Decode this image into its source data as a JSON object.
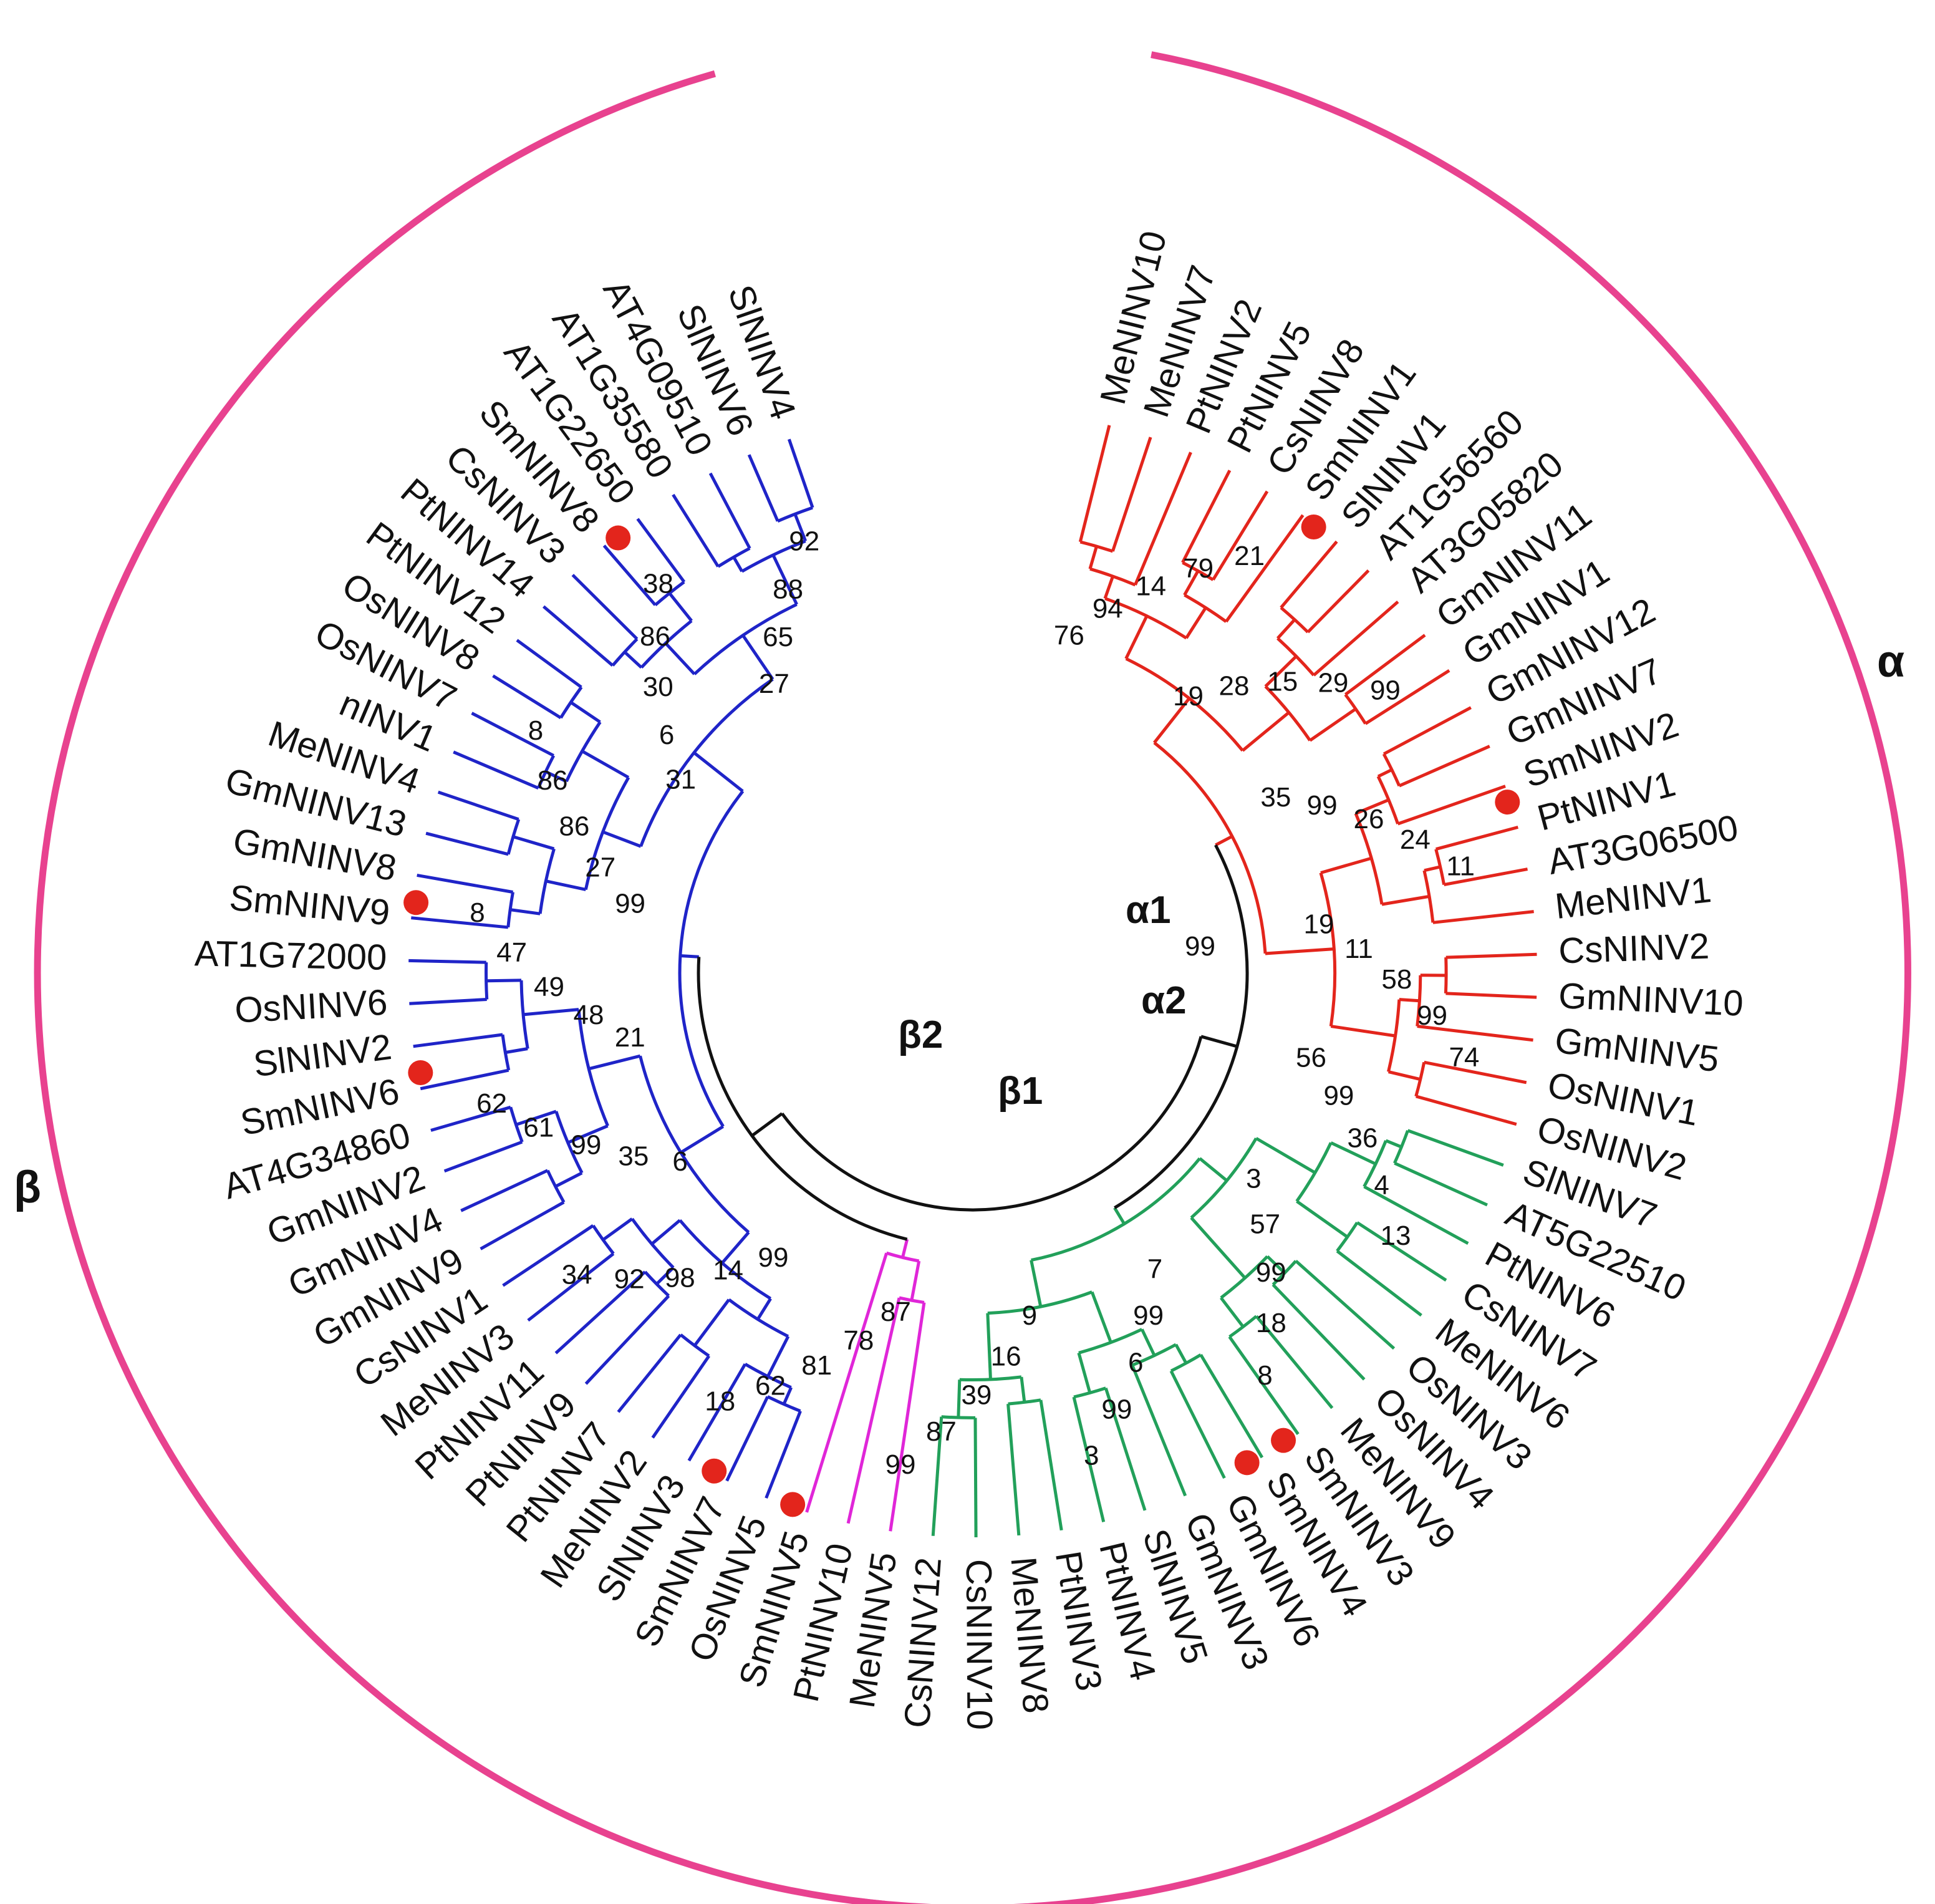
{
  "figure": {
    "groups": [
      {
        "label": "α",
        "color": "#e8428f"
      },
      {
        "label": "β",
        "color": "#e8428f"
      }
    ],
    "subclades": [
      {
        "label": "α1",
        "color": "#e3251c"
      },
      {
        "label": "α2",
        "color": "#22a05a"
      },
      {
        "label": "β1",
        "color": "#e026d8"
      },
      {
        "label": "β2",
        "color": "#1f24c8"
      }
    ],
    "root_bootstrap": "99",
    "highlight_marker": {
      "shape": "filled-circle",
      "color": "#e3251c",
      "meaning_species": "Sm"
    }
  },
  "leaves": [
    {
      "label": "MeNINV10",
      "clade": "alpha1",
      "marked": false
    },
    {
      "label": "MeNINV7",
      "clade": "alpha1",
      "marked": false
    },
    {
      "label": "PtNINV2",
      "clade": "alpha1",
      "marked": false
    },
    {
      "label": "PtNINV5",
      "clade": "alpha1",
      "marked": false
    },
    {
      "label": "CsNINV8",
      "clade": "alpha1",
      "marked": false
    },
    {
      "label": "SmNINV1",
      "clade": "alpha1",
      "marked": true
    },
    {
      "label": "SlNINV1",
      "clade": "alpha1",
      "marked": false
    },
    {
      "label": "AT1G56560",
      "clade": "alpha1",
      "marked": false
    },
    {
      "label": "AT3G05820",
      "clade": "alpha1",
      "marked": false
    },
    {
      "label": "GmNINV11",
      "clade": "alpha1",
      "marked": false
    },
    {
      "label": "GmNINV1",
      "clade": "alpha1",
      "marked": false
    },
    {
      "label": "GmNINV12",
      "clade": "alpha1",
      "marked": false
    },
    {
      "label": "GmNINV7",
      "clade": "alpha1",
      "marked": false
    },
    {
      "label": "SmNINV2",
      "clade": "alpha1",
      "marked": true
    },
    {
      "label": "PtNINV1",
      "clade": "alpha1",
      "marked": false
    },
    {
      "label": "AT3G06500",
      "clade": "alpha1",
      "marked": false
    },
    {
      "label": "MeNINV1",
      "clade": "alpha1",
      "marked": false
    },
    {
      "label": "CsNINV2",
      "clade": "alpha1",
      "marked": false
    },
    {
      "label": "GmNINV10",
      "clade": "alpha1",
      "marked": false
    },
    {
      "label": "GmNINV5",
      "clade": "alpha1",
      "marked": false
    },
    {
      "label": "OsNINV1",
      "clade": "alpha1",
      "marked": false
    },
    {
      "label": "OsNINV2",
      "clade": "alpha1",
      "marked": false
    },
    {
      "label": "SlNINV7",
      "clade": "alpha2",
      "marked": false
    },
    {
      "label": "AT5G22510",
      "clade": "alpha2",
      "marked": false
    },
    {
      "label": "PtNINV6",
      "clade": "alpha2",
      "marked": false
    },
    {
      "label": "CsNINV7",
      "clade": "alpha2",
      "marked": false
    },
    {
      "label": "MeNINV6",
      "clade": "alpha2",
      "marked": false
    },
    {
      "label": "OsNINV3",
      "clade": "alpha2",
      "marked": false
    },
    {
      "label": "OsNINV4",
      "clade": "alpha2",
      "marked": false
    },
    {
      "label": "MeNINV9",
      "clade": "alpha2",
      "marked": false
    },
    {
      "label": "SmNINV3",
      "clade": "alpha2",
      "marked": true
    },
    {
      "label": "SmNINV4",
      "clade": "alpha2",
      "marked": true
    },
    {
      "label": "GmNINV6",
      "clade": "alpha2",
      "marked": false
    },
    {
      "label": "GmNINV3",
      "clade": "alpha2",
      "marked": false
    },
    {
      "label": "SlNINV5",
      "clade": "alpha2",
      "marked": false
    },
    {
      "label": "PtNINV4",
      "clade": "alpha2",
      "marked": false
    },
    {
      "label": "PtNINV3",
      "clade": "alpha2",
      "marked": false
    },
    {
      "label": "MeNINV8",
      "clade": "alpha2",
      "marked": false
    },
    {
      "label": "CsNINV10",
      "clade": "alpha2",
      "marked": false
    },
    {
      "label": "CsNINV12",
      "clade": "alpha2",
      "marked": false
    },
    {
      "label": "MeNINV5",
      "clade": "beta1",
      "marked": false
    },
    {
      "label": "PtNINV10",
      "clade": "beta1",
      "marked": false
    },
    {
      "label": "SmNINV5",
      "clade": "beta1",
      "marked": true
    },
    {
      "label": "OsNINV5",
      "clade": "beta2",
      "marked": false
    },
    {
      "label": "SmNINV7",
      "clade": "beta2",
      "marked": true
    },
    {
      "label": "SlNINV3",
      "clade": "beta2",
      "marked": false
    },
    {
      "label": "MeNINV2",
      "clade": "beta2",
      "marked": false
    },
    {
      "label": "PtNINV7",
      "clade": "beta2",
      "marked": false
    },
    {
      "label": "PtNINV9",
      "clade": "beta2",
      "marked": false
    },
    {
      "label": "PtNINV11",
      "clade": "beta2",
      "marked": false
    },
    {
      "label": "MeNINV3",
      "clade": "beta2",
      "marked": false
    },
    {
      "label": "CsNINV1",
      "clade": "beta2",
      "marked": false
    },
    {
      "label": "GmNINV9",
      "clade": "beta2",
      "marked": false
    },
    {
      "label": "GmNINV4",
      "clade": "beta2",
      "marked": false
    },
    {
      "label": "GmNINV2",
      "clade": "beta2",
      "marked": false
    },
    {
      "label": "AT4G34860",
      "clade": "beta2",
      "marked": false
    },
    {
      "label": "SmNINV6",
      "clade": "beta2",
      "marked": true
    },
    {
      "label": "SlNINV2",
      "clade": "beta2",
      "marked": false
    },
    {
      "label": "OsNINV6",
      "clade": "beta2",
      "marked": false
    },
    {
      "label": "AT1G72000",
      "clade": "beta2",
      "marked": false
    },
    {
      "label": "SmNINV9",
      "clade": "beta2",
      "marked": true
    },
    {
      "label": "GmNINV8",
      "clade": "beta2",
      "marked": false
    },
    {
      "label": "GmNINV13",
      "clade": "beta2",
      "marked": false
    },
    {
      "label": "MeNINV4",
      "clade": "beta2",
      "marked": false
    },
    {
      "label": "nINV1",
      "clade": "beta2",
      "marked": false
    },
    {
      "label": "OsNINV7",
      "clade": "beta2",
      "marked": false
    },
    {
      "label": "OsNINV8",
      "clade": "beta2",
      "marked": false
    },
    {
      "label": "PtNINV12",
      "clade": "beta2",
      "marked": false
    },
    {
      "label": "PtNINV14",
      "clade": "beta2",
      "marked": false
    },
    {
      "label": "CsNINV3",
      "clade": "beta2",
      "marked": false
    },
    {
      "label": "SmNINV8",
      "clade": "beta2",
      "marked": true
    },
    {
      "label": "AT1G22650",
      "clade": "beta2",
      "marked": false
    },
    {
      "label": "AT1G35580",
      "clade": "beta2",
      "marked": false
    },
    {
      "label": "AT4G09510",
      "clade": "beta2",
      "marked": false
    },
    {
      "label": "SlNINV6",
      "clade": "beta2",
      "marked": false
    },
    {
      "label": "SlNINV4",
      "clade": "beta2",
      "marked": false
    }
  ],
  "bootstrap_values": [
    "76",
    "94",
    "14",
    "79",
    "21",
    "19",
    "28",
    "15",
    "29",
    "99",
    "35",
    "99",
    "26",
    "24",
    "11",
    "19",
    "11",
    "58",
    "99",
    "74",
    "56",
    "99",
    "36",
    "4",
    "13",
    "3",
    "57",
    "99",
    "18",
    "8",
    "7",
    "99",
    "6",
    "99",
    "3",
    "9",
    "16",
    "39",
    "87",
    "99",
    "87",
    "78",
    "81",
    "62",
    "18",
    "99",
    "14",
    "98",
    "92",
    "34",
    "6",
    "35",
    "99",
    "61",
    "62",
    "21",
    "48",
    "49",
    "47",
    "8",
    "99",
    "27",
    "86",
    "86",
    "8",
    "31",
    "6",
    "30",
    "86",
    "38",
    "27",
    "65",
    "88",
    "92"
  ]
}
